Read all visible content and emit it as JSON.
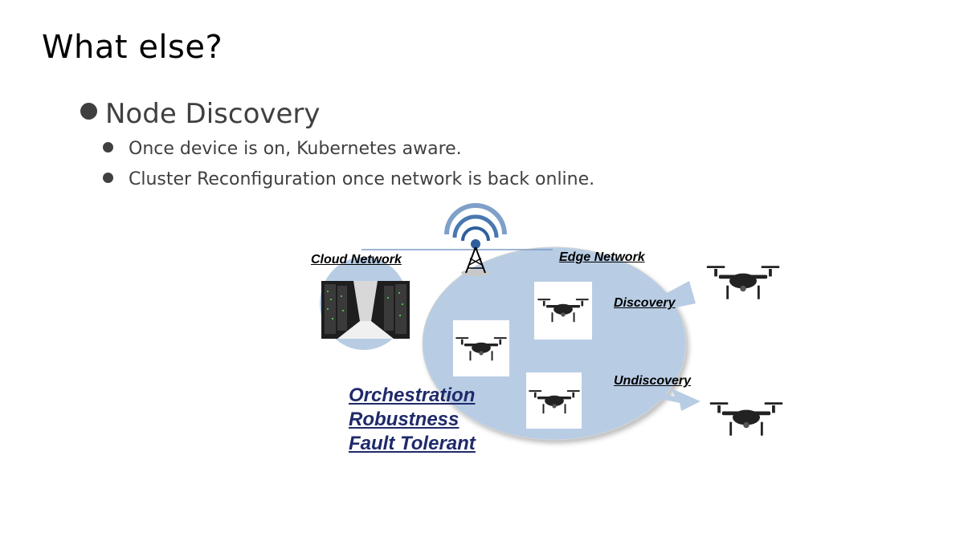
{
  "slide": {
    "title": "What else?",
    "bullet": "Node Discovery",
    "sub_bullets": [
      "Once device is on, Kubernetes aware.",
      "Cluster Reconfiguration once network is back online."
    ]
  },
  "diagram": {
    "cloud_label": "Cloud Network",
    "edge_label": "Edge Network",
    "discovery_label": "Discovery",
    "undiscovery_label": "Undiscovery",
    "features": [
      "Orchestration",
      "Robustness",
      "Fault Tolerant"
    ]
  },
  "colors": {
    "bubble": "#b8cde4",
    "feature_text": "#1f2a6b",
    "tower_wave": "#2e5f9e"
  },
  "icons": [
    "server-room-image",
    "antenna-tower-icon",
    "drone-image"
  ]
}
